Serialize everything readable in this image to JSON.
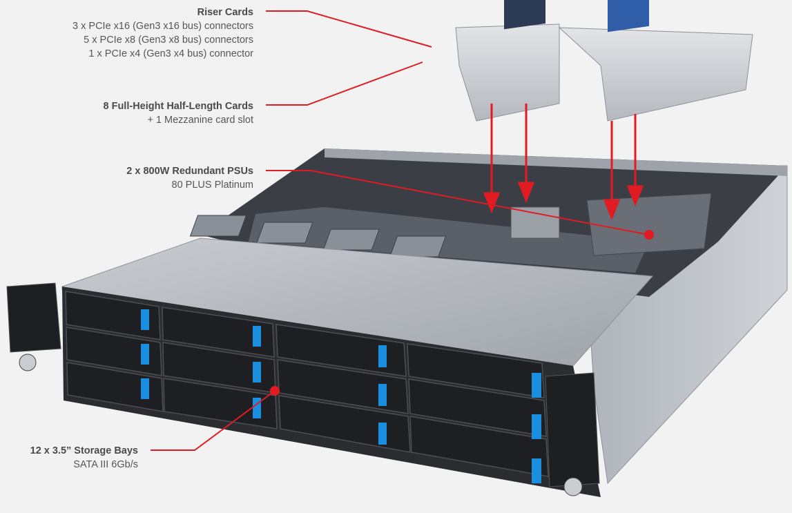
{
  "callouts": {
    "riser": {
      "title": "Riser Cards",
      "lines": [
        "3 x PCIe x16 (Gen3 x16 bus) connectors",
        "5 x PCIe x8 (Gen3 x8 bus) connectors",
        "1 x PCIe x4 (Gen3 x4 bus) connector"
      ]
    },
    "cards": {
      "title": "8 Full-Height Half-Length Cards",
      "lines": [
        "+ 1 Mezzanine card slot"
      ]
    },
    "psu": {
      "title": "2 x 800W Redundant PSUs",
      "lines": [
        "80 PLUS Platinum"
      ]
    },
    "storage": {
      "title": "12 x 3.5” Storage Bays",
      "lines": [
        "SATA III 6Gb/s"
      ]
    }
  },
  "colors": {
    "accent": "#e01b22",
    "background": "#f2f2f2",
    "chassis": "#b8bcc2",
    "bay_tab": "#1a8fe0"
  }
}
